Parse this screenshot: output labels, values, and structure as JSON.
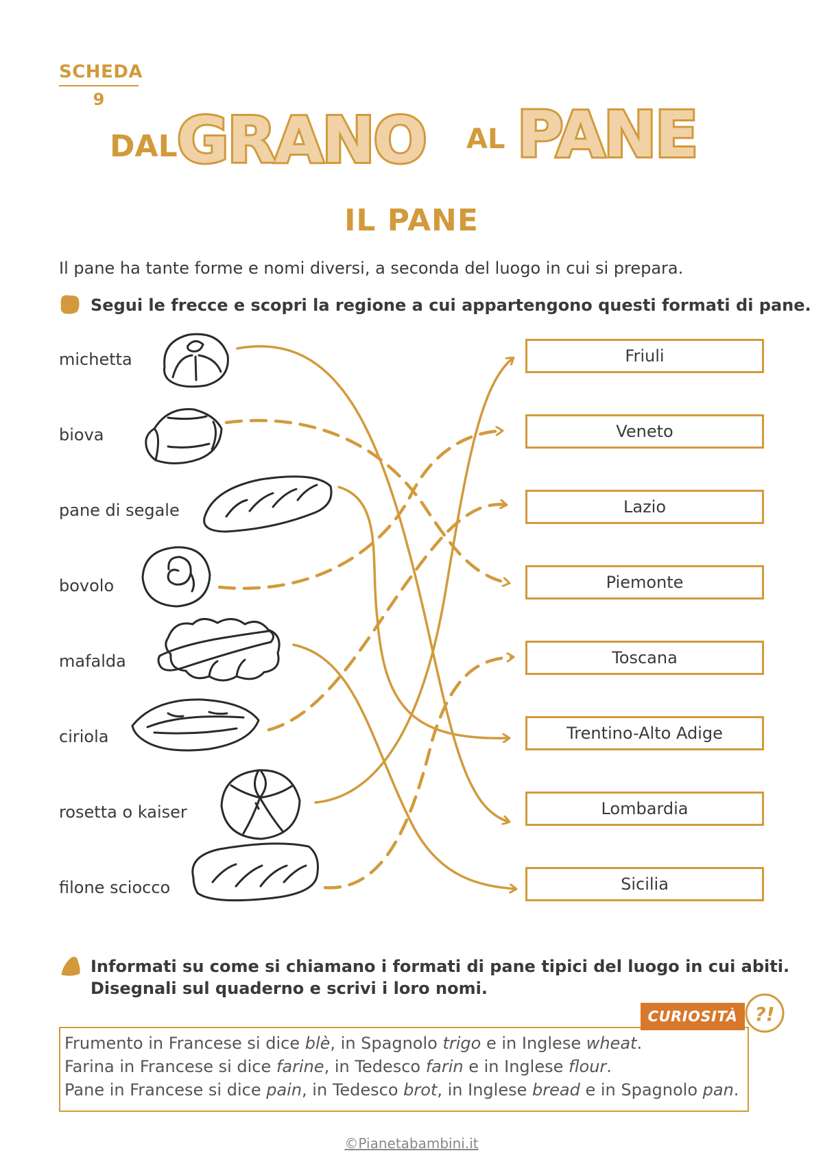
{
  "header": {
    "scheda_label": "SCHEDA",
    "scheda_number": "9",
    "title_words": [
      "DAL",
      "GRANO",
      "AL",
      "PANE"
    ]
  },
  "section_title": "IL PANE",
  "intro": "Il pane ha tante forme e nomi diversi, a seconda del luogo in cui si prepara.",
  "instruction_1": "Segui le frecce e scopri la regione a cui appartengono questi formati di pane.",
  "breads": [
    "michetta",
    "biova",
    "pane di segale",
    "bovolo",
    "mafalda",
    "ciriola",
    "rosetta o kaiser",
    "filone sciocco"
  ],
  "regions": [
    "Friuli",
    "Veneto",
    "Lazio",
    "Piemonte",
    "Toscana",
    "Trentino-Alto Adige",
    "Lombardia",
    "Sicilia"
  ],
  "instruction_2": [
    "Informati su come si chiamano i formati di pane tipici del luogo in cui abiti.",
    "Disegnali sul quaderno e scrivi i loro nomi."
  ],
  "curiosita": {
    "tag": "CURIOSITÀ",
    "icon": "?!",
    "lines": [
      {
        "parts": [
          [
            "Frumento in Francese si dice ",
            false
          ],
          [
            "blè",
            true
          ],
          [
            ", in Spagnolo ",
            false
          ],
          [
            "trigo",
            true
          ],
          [
            " e in Inglese ",
            false
          ],
          [
            "wheat",
            true
          ],
          [
            ".",
            false
          ]
        ]
      },
      {
        "parts": [
          [
            "Farina in Francese si dice ",
            false
          ],
          [
            "farine",
            true
          ],
          [
            ", in Tedesco ",
            false
          ],
          [
            "farin",
            true
          ],
          [
            " e in Inglese ",
            false
          ],
          [
            "flour",
            true
          ],
          [
            ".",
            false
          ]
        ]
      },
      {
        "parts": [
          [
            "Pane in Francese si dice ",
            false
          ],
          [
            "pain",
            true
          ],
          [
            ", in Tedesco ",
            false
          ],
          [
            "brot",
            true
          ],
          [
            ", in Inglese ",
            false
          ],
          [
            "bread",
            true
          ],
          [
            " e in Spagnolo ",
            false
          ],
          [
            "pan",
            true
          ],
          [
            ".",
            false
          ]
        ]
      }
    ]
  },
  "footer": "©Pianetabambini.it",
  "colors": {
    "accent": "#d29a3c",
    "title_fill": "#f0d2a6",
    "tag_bg": "#d8782a"
  },
  "icons": [
    "bullet-blob-icon",
    "bread-illustration-icon",
    "curiosity-question-icon"
  ]
}
